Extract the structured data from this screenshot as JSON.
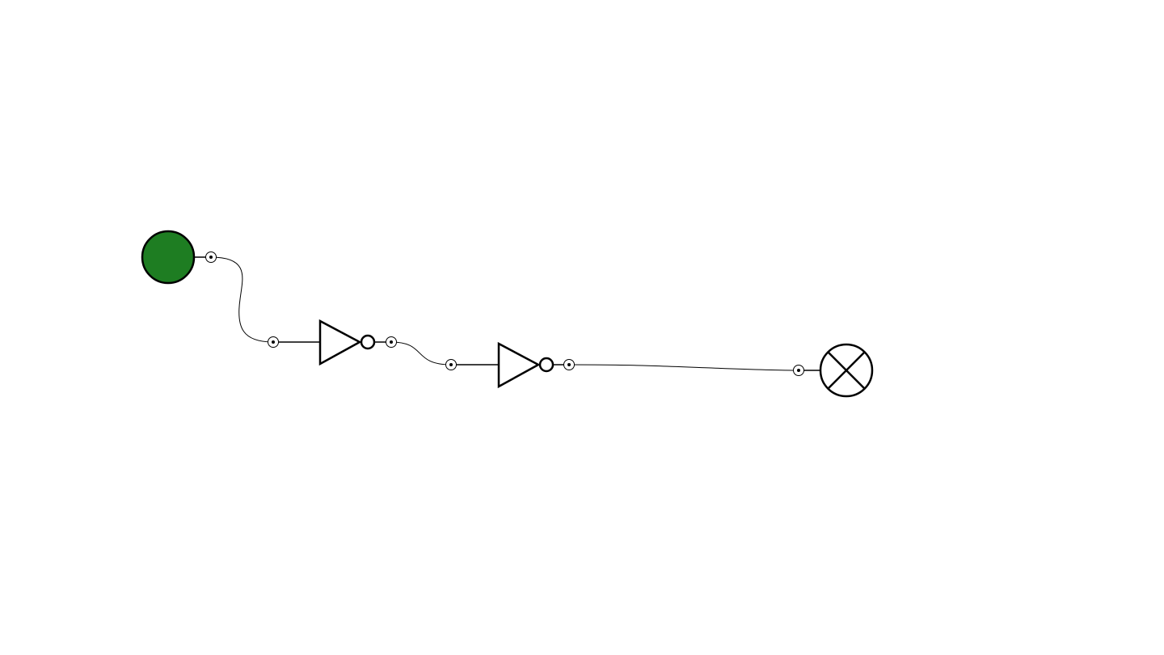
{
  "circuit": {
    "components": [
      {
        "id": "input-switch",
        "kind": "switch",
        "state": "on",
        "color": "#1e7d22"
      },
      {
        "id": "not-gate-1",
        "kind": "not-gate"
      },
      {
        "id": "not-gate-2",
        "kind": "not-gate"
      },
      {
        "id": "output-lamp",
        "kind": "lamp",
        "state": "off"
      }
    ],
    "connections": [
      {
        "from": "input-switch",
        "to": "not-gate-1"
      },
      {
        "from": "not-gate-1",
        "to": "not-gate-2"
      },
      {
        "from": "not-gate-2",
        "to": "output-lamp"
      }
    ],
    "colors": {
      "stroke": "#000000",
      "background": "#ffffff",
      "switch_on": "#1e7d22"
    }
  }
}
